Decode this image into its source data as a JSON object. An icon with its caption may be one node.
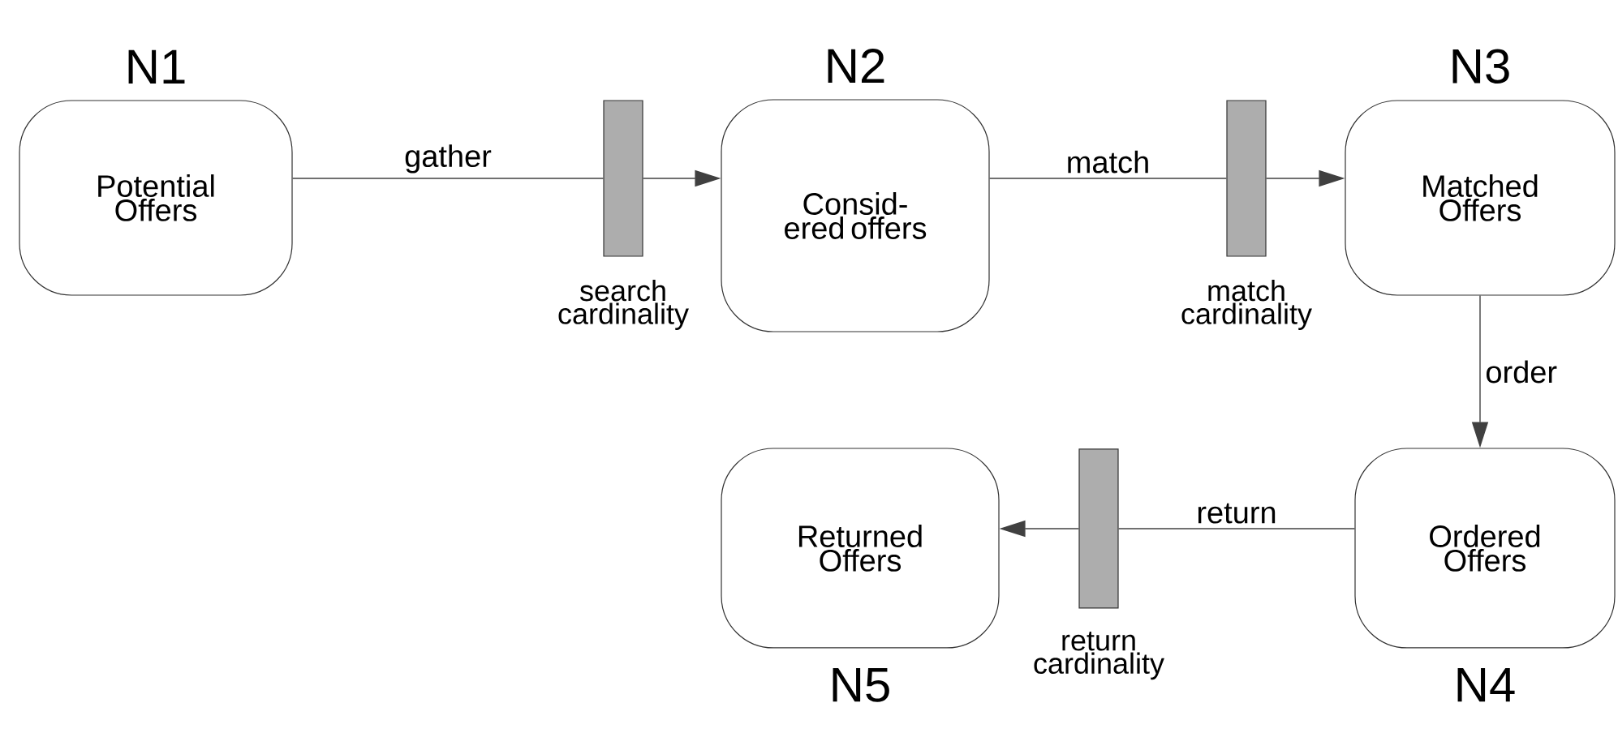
{
  "diagram": {
    "nodes": [
      {
        "text": [
          "N1",
          "Potential Offers"
        ]
      },
      {
        "text": [],
        "shape": "bar",
        "beside": [
          "search cardinality"
        ]
      },
      {
        "text": [
          "N2",
          "Consid- ered offers"
        ]
      },
      {
        "text": [],
        "shape": "bar",
        "beside": [
          "match cardinality"
        ]
      },
      {
        "text": [
          "N3",
          "Matched Offers"
        ]
      },
      {
        "text": [
          "Ordered Offers",
          "N4"
        ]
      },
      {
        "text": [],
        "shape": "bar",
        "beside": [
          "return cardinality"
        ]
      },
      {
        "text": [
          "Returned Offers",
          "N5"
        ]
      }
    ],
    "edges": [
      {
        "from": 0,
        "to": 1,
        "arrow": "none",
        "label": "gather"
      },
      {
        "from": 1,
        "to": 2,
        "arrow": "to"
      },
      {
        "from": 2,
        "to": 3,
        "arrow": "none",
        "label": "match"
      },
      {
        "from": 3,
        "to": 4,
        "arrow": "to"
      },
      {
        "from": 4,
        "to": 5,
        "arrow": "to",
        "label": "order"
      },
      {
        "from": 5,
        "to": 6,
        "arrow": "none",
        "label": "return"
      },
      {
        "from": 6,
        "to": 7,
        "arrow": "to"
      }
    ]
  }
}
